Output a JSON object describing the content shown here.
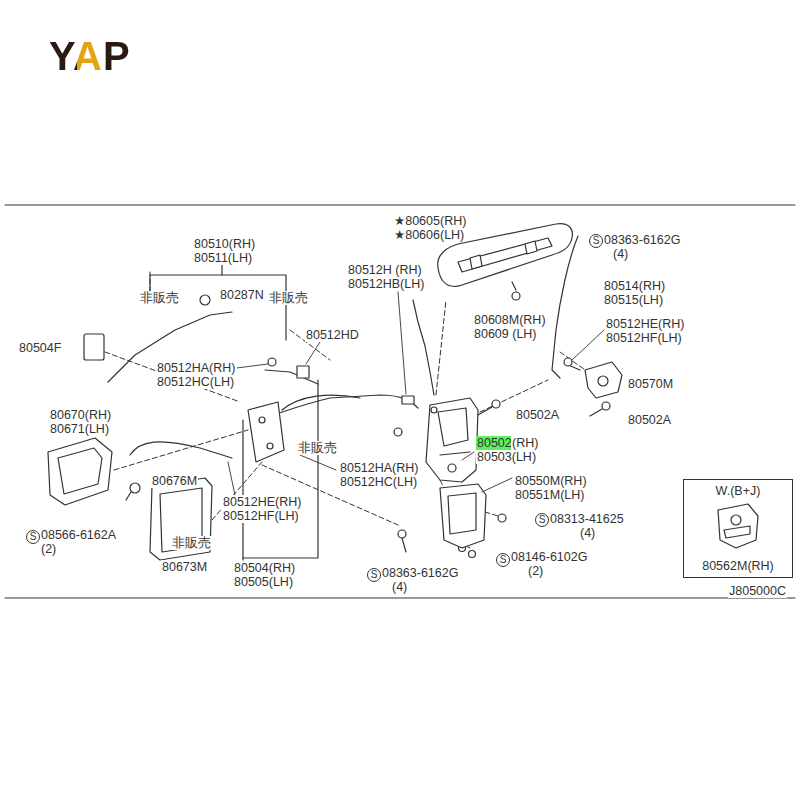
{
  "diagram": {
    "nodes": [
      {
        "text": [
          "W.(B+J)",
          "80562M(RH)"
        ]
      }
    ],
    "labels": [
      "YAP",
      "★80605(RH)",
      "★80606(LH)",
      "S",
      "08363-6162G",
      "(4)",
      "80510(RH)",
      "80511(LH)",
      "80512H (RH)",
      "80512HB(LH)",
      "80514(RH)",
      "80515(LH)",
      "非販売",
      "80287N",
      "非販売",
      "80608M(RH)",
      "80609 (LH)",
      "80512HE(RH)",
      "80512HF(LH)",
      "80512HD",
      "80504F",
      "80512HA(RH)",
      "80512HC(LH)",
      "80570M",
      "80502A",
      "80670(RH)",
      "80671(LH)",
      "80502A",
      "80502",
      "(RH)",
      "80503(LH)",
      "非販売",
      "80512HA(RH)",
      "80512HC(LH)",
      "80676M",
      "80550M(RH)",
      "80551M(LH)",
      "80512HE(RH)",
      "80512HF(LH)",
      "S",
      "08313-41625",
      "(4)",
      "S",
      "08566-6162A",
      "(2)",
      "非販売",
      "S",
      "08146-6102G",
      "(2)",
      "80673M",
      "80504(RH)",
      "80505(LH)",
      "S",
      "08363-6162G",
      "(4)",
      "J805000C"
    ]
  }
}
